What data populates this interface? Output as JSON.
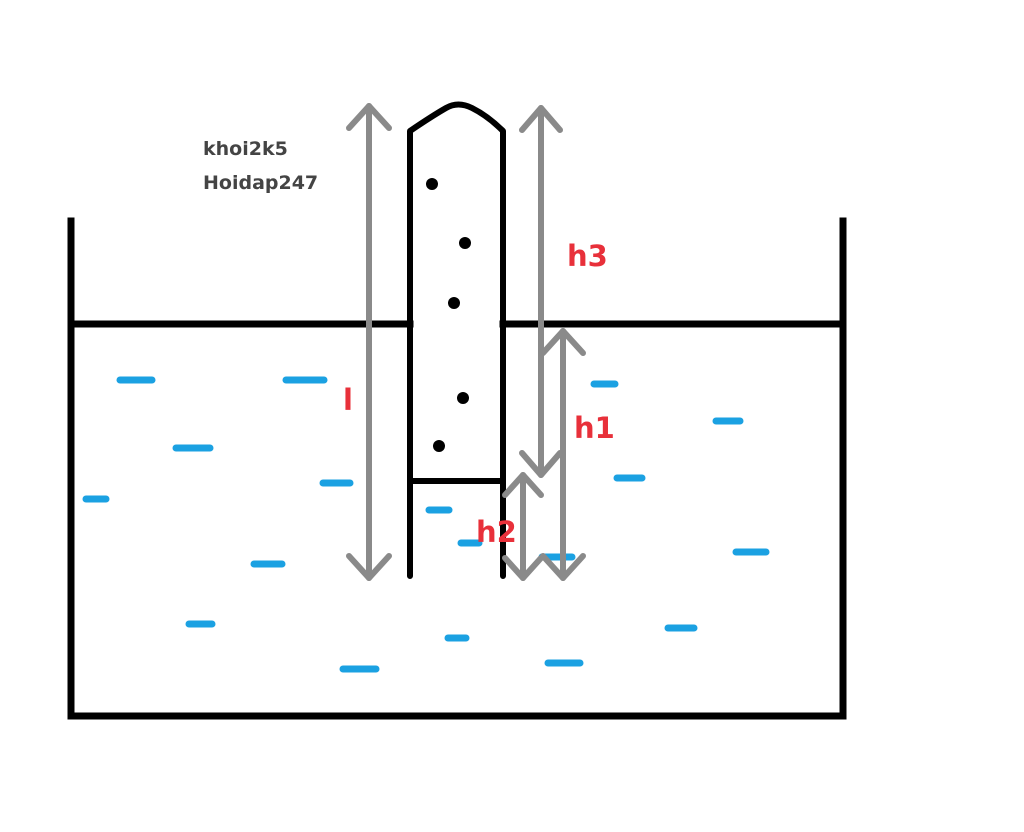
{
  "watermark": {
    "line1": "khoi2k5",
    "line2": "Hoidap247"
  },
  "labels": {
    "l": "l",
    "h1": "h1",
    "h2": "h2",
    "h3": "h3"
  },
  "colors": {
    "outline": "#000000",
    "arrow": "#8a8a8a",
    "water_dash": "#1ba1e2",
    "label": "#e8303a",
    "watermark": "#444444",
    "particle": "#000000"
  }
}
